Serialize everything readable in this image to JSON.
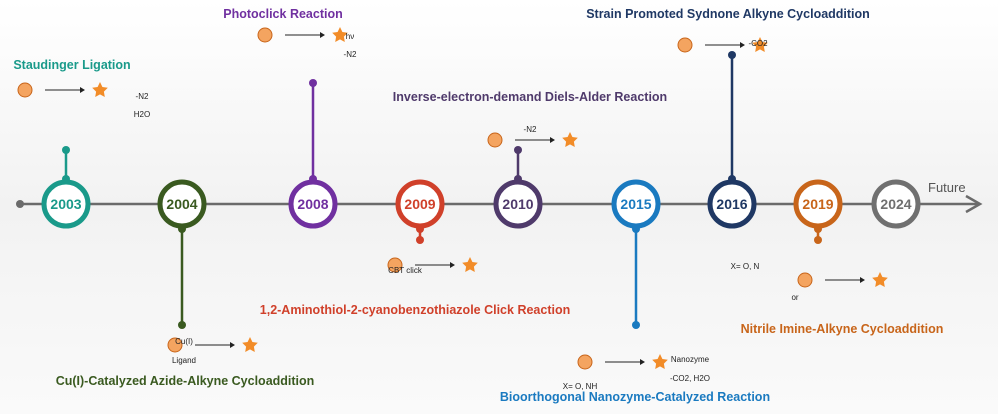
{
  "timeline": {
    "future_label": "Future",
    "milestones": [
      {
        "year": "2003",
        "color": "#1a9a8a",
        "reaction": "Staudinger Ligation"
      },
      {
        "year": "2004",
        "color": "#3a5a20",
        "reaction": "Cu(I)-Catalyzed Azide-Alkyne Cycloaddition"
      },
      {
        "year": "2008",
        "color": "#7030a0",
        "reaction": "Photoclick Reaction"
      },
      {
        "year": "2009",
        "color": "#d0402a",
        "reaction": "1,2-Aminothiol-2-cyanobenzothiazole Click Reaction"
      },
      {
        "year": "2010",
        "color": "#4f3a6b",
        "reaction": "Inverse-electron-demand Diels-Alder Reaction"
      },
      {
        "year": "2015",
        "color": "#1a7ac0",
        "reaction": "Bioorthogonal Nanozyme-Catalyzed Reaction"
      },
      {
        "year": "2016",
        "color": "#1f3864",
        "reaction": "Strain Promoted Sydnone Alkyne Cycloaddition"
      },
      {
        "year": "2019",
        "color": "#c8651a",
        "reaction": "Nitrile Imine-Alkyne Cycloaddition"
      },
      {
        "year": "2024",
        "color": "#707070",
        "reaction": ""
      }
    ]
  },
  "conditions": {
    "staudinger": [
      "-N2",
      "H2O"
    ],
    "cuaac": [
      "Cu(I)",
      "Ligand"
    ],
    "photoclick": [
      "hν",
      "-N2"
    ],
    "cbt": [
      "CBT click"
    ],
    "iedda": [
      "-N2"
    ],
    "nanozyme": [
      "Nanozyme",
      "-CO2, H2O",
      "X= O, NH"
    ],
    "sydnone": [
      "-CO2"
    ],
    "nitrile": [
      "X= O, N",
      "or"
    ]
  }
}
